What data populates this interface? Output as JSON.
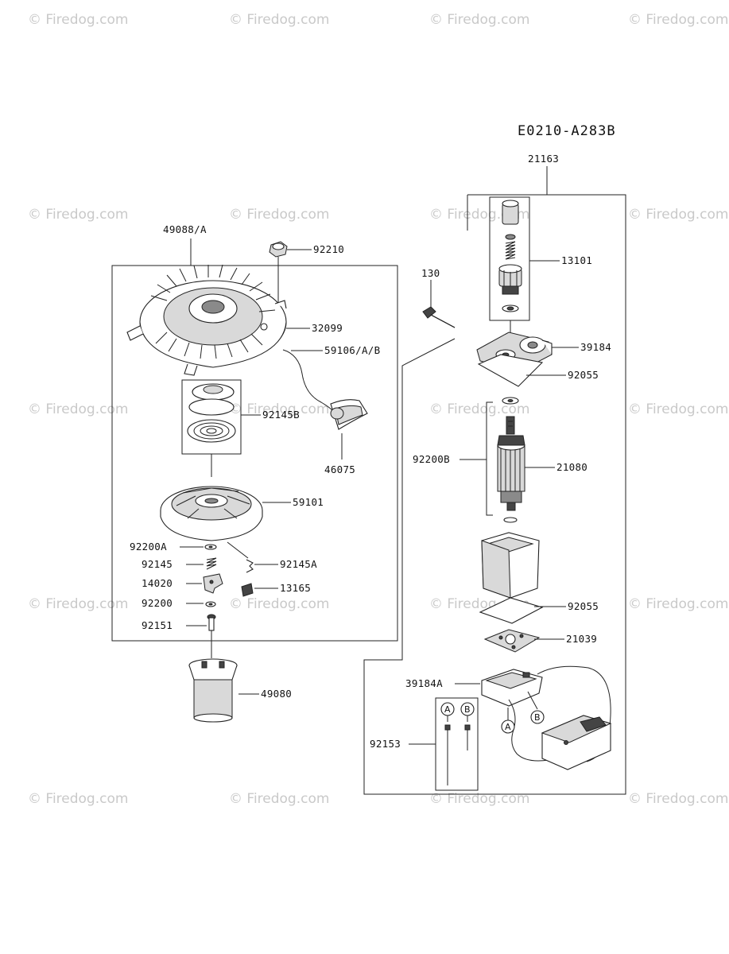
{
  "diagram_code": "E0210-A283B",
  "watermark": "© Firedog.com",
  "labels": {
    "p49088A": "49088/A",
    "p92210": "92210",
    "p32099": "32099",
    "p59106": "59106/A/B",
    "p92145B": "92145B",
    "p46075": "46075",
    "p59101": "59101",
    "p92200A": "92200A",
    "p92145A": "92145A",
    "p92145": "92145",
    "p14020": "14020",
    "p13165": "13165",
    "p92200": "92200",
    "p92151": "92151",
    "p49080": "49080",
    "p21163": "21163",
    "p13101": "13101",
    "p130": "130",
    "p39184": "39184",
    "p92055a": "92055",
    "p92200B": "92200B",
    "p21080": "21080",
    "p92055b": "92055",
    "p21039": "21039",
    "p39184A": "39184A",
    "p92153": "92153",
    "letterA": "A",
    "letterB": "B"
  }
}
